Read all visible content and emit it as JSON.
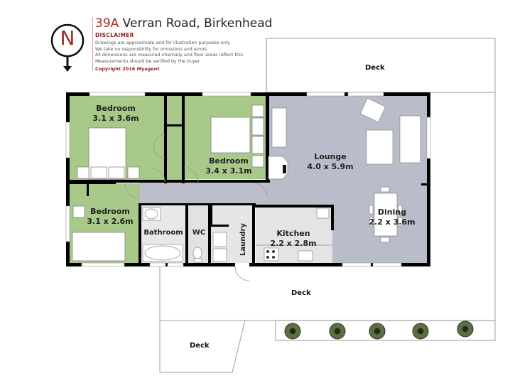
{
  "header": {
    "address_number": "39A",
    "address_rest": " Verran Road, Birkenhead",
    "disclaimer_title": "DISCLAIMER",
    "disclaimer_lines": [
      "Drawings are approximate and for illustration purposes only",
      "We take no responsibility for omissions and errors",
      "All dimensions are measured internally and floor areas reflect this",
      "Measurements should be verified by the buyer"
    ],
    "copyright": "Copyright 2016    Myagent"
  },
  "compass": {
    "letter": "N"
  },
  "rooms": [
    {
      "name": "Bedroom",
      "size": "3.1 x 3.6m"
    },
    {
      "name": "Bedroom",
      "size": "3.4 x 3.1m"
    },
    {
      "name": "Bedroom",
      "size": "3.1 x 2.6m"
    },
    {
      "name": "Lounge",
      "size": "4.0 x 5.9m"
    },
    {
      "name": "Dining",
      "size": "2.2 x 3.6m"
    },
    {
      "name": "Kitchen",
      "size": "2.2 x 2.8m"
    },
    {
      "name": "Bathroom",
      "size": ""
    },
    {
      "name": "WC",
      "size": ""
    },
    {
      "name": "Laundry",
      "size": ""
    }
  ],
  "decks": [
    "Deck",
    "Deck",
    "Deck"
  ],
  "colors": {
    "bedroom_fill": "#a9c98a",
    "living_fill": "#b9bcc9",
    "wet_fill": "#e6e6e6",
    "wall": "#000000",
    "deck_outline": "#b0b0b0",
    "accent_red": "#a32a2a"
  }
}
